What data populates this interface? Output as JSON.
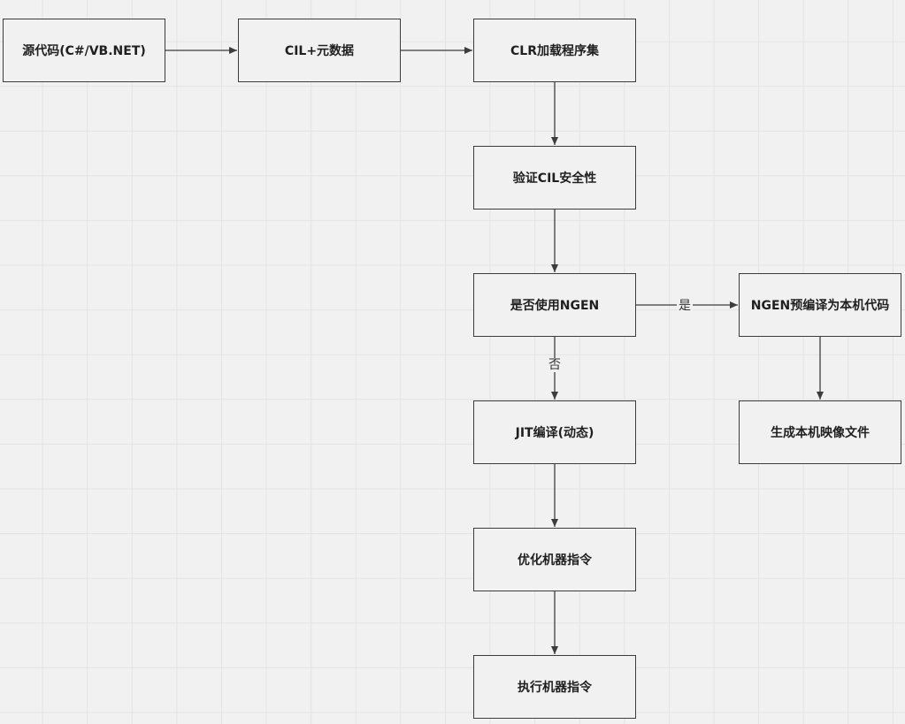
{
  "nodes": {
    "source": "源代码(C#/VB.NET)",
    "cil": "CIL+元数据",
    "clr": "CLR加载程序集",
    "verify": "验证CIL安全性",
    "ngen_decision": "是否使用NGEN",
    "ngen_precompile": "NGEN预编译为本机代码",
    "native_image": "生成本机映像文件",
    "jit": "JIT编译(动态)",
    "optimize": "优化机器指令",
    "execute": "执行机器指令"
  },
  "edges": {
    "yes_label": "是",
    "no_label": "否"
  }
}
